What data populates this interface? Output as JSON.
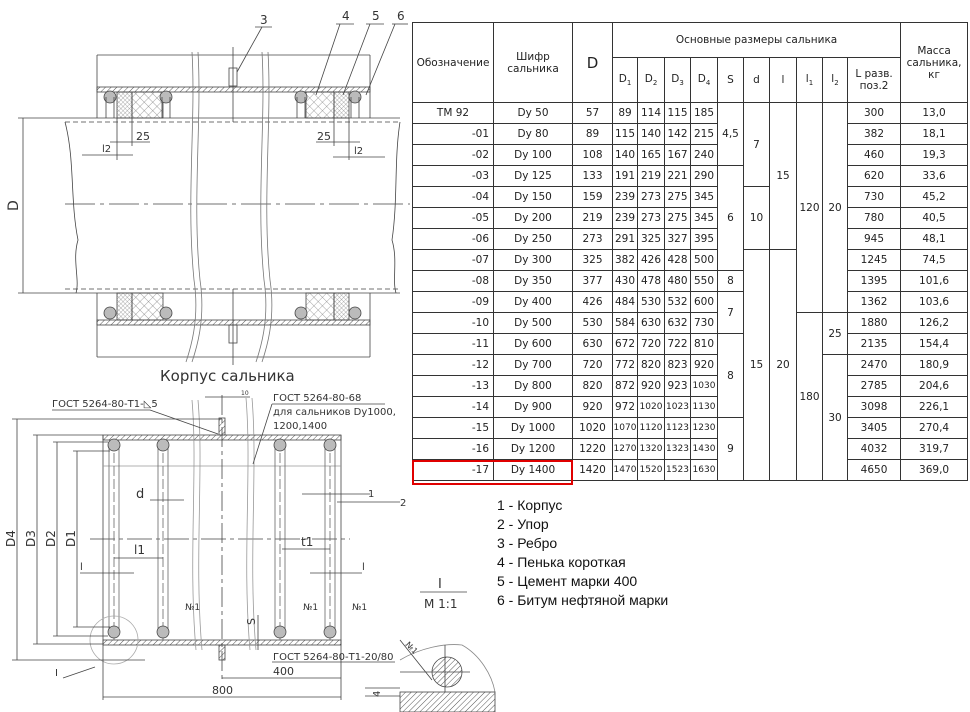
{
  "top_view": {
    "caption": "Корпус сальника",
    "callouts": [
      "3",
      "4",
      "5",
      "6"
    ],
    "dim_25": "25",
    "dim_l2": "l2",
    "dim_D": "D"
  },
  "bottom_view": {
    "weld_left": "ГОСТ 5264-80-Т1-◺5",
    "weld_top_1": "ГОСТ 5264-80-68",
    "weld_top_2": "для сальников Dy1000,",
    "weld_top_3": "1200,1400",
    "weld_bottom": "ГОСТ 5264-80-Т1-20/80",
    "dim_10": "10",
    "dim_D4": "D4",
    "dim_D3": "D3",
    "dim_D2": "D2",
    "dim_D1": "D1",
    "dim_d": "d",
    "dim_l1": "l1",
    "dim_l": "l",
    "dim_t1": "t1",
    "dim_S": "S",
    "dim_400": "400",
    "dim_800": "800",
    "callout_1": "1",
    "callout_2": "2",
    "weld_no": "№1",
    "detail_mark": "I"
  },
  "detail": {
    "title": "I",
    "scale": "М 1:1",
    "weld_no": "№1",
    "dim_4": "4"
  },
  "table": {
    "header": {
      "designation": "Обозначение",
      "code_1": "Шифр",
      "code_2": "сальника",
      "D": "D",
      "group": "Основные размеры сальника",
      "D1": "D",
      "D2": "D",
      "D3": "D",
      "D4": "D",
      "D1_sub": "1",
      "D2_sub": "2",
      "D3_sub": "3",
      "D4_sub": "4",
      "S": "S",
      "d": "d",
      "l": "l",
      "l1": "l",
      "l1_sub": "1",
      "l2": "l",
      "l2_sub": "2",
      "L_1": "L разв.",
      "L_2": "поз.2",
      "mass_1": "Масса",
      "mass_2": "сальника,",
      "mass_3": "кг"
    },
    "rows": [
      {
        "des": "ТМ 92",
        "code": "Dy 50",
        "D": "57",
        "D1": "89",
        "D2": "114",
        "D3": "115",
        "D4": "185",
        "L": "300",
        "mass": "13,0"
      },
      {
        "des": "-01",
        "code": "Dy 80",
        "D": "89",
        "D1": "115",
        "D2": "140",
        "D3": "142",
        "D4": "215",
        "L": "382",
        "mass": "18,1"
      },
      {
        "des": "-02",
        "code": "Dy 100",
        "D": "108",
        "D1": "140",
        "D2": "165",
        "D3": "167",
        "D4": "240",
        "L": "460",
        "mass": "19,3"
      },
      {
        "des": "-03",
        "code": "Dy 125",
        "D": "133",
        "D1": "191",
        "D2": "219",
        "D3": "221",
        "D4": "290",
        "L": "620",
        "mass": "33,6"
      },
      {
        "des": "-04",
        "code": "Dy 150",
        "D": "159",
        "D1": "239",
        "D2": "273",
        "D3": "275",
        "D4": "345",
        "L": "730",
        "mass": "45,2"
      },
      {
        "des": "-05",
        "code": "Dy 200",
        "D": "219",
        "D1": "239",
        "D2": "273",
        "D3": "275",
        "D4": "345",
        "L": "780",
        "mass": "40,5"
      },
      {
        "des": "-06",
        "code": "Dy 250",
        "D": "273",
        "D1": "291",
        "D2": "325",
        "D3": "327",
        "D4": "395",
        "L": "945",
        "mass": "48,1"
      },
      {
        "des": "-07",
        "code": "Dy 300",
        "D": "325",
        "D1": "382",
        "D2": "426",
        "D3": "428",
        "D4": "500",
        "L": "1245",
        "mass": "74,5"
      },
      {
        "des": "-08",
        "code": "Dy 350",
        "D": "377",
        "D1": "430",
        "D2": "478",
        "D3": "480",
        "D4": "550",
        "L": "1395",
        "mass": "101,6"
      },
      {
        "des": "-09",
        "code": "Dy 400",
        "D": "426",
        "D1": "484",
        "D2": "530",
        "D3": "532",
        "D4": "600",
        "L": "1362",
        "mass": "103,6"
      },
      {
        "des": "-10",
        "code": "Dy 500",
        "D": "530",
        "D1": "584",
        "D2": "630",
        "D3": "632",
        "D4": "730",
        "L": "1880",
        "mass": "126,2"
      },
      {
        "des": "-11",
        "code": "Dy 600",
        "D": "630",
        "D1": "672",
        "D2": "720",
        "D3": "722",
        "D4": "810",
        "L": "2135",
        "mass": "154,4"
      },
      {
        "des": "-12",
        "code": "Dy 700",
        "D": "720",
        "D1": "772",
        "D2": "820",
        "D3": "823",
        "D4": "920",
        "L": "2470",
        "mass": "180,9"
      },
      {
        "des": "-13",
        "code": "Dy 800",
        "D": "820",
        "D1": "872",
        "D2": "920",
        "D3": "923",
        "D4": "1030",
        "L": "2785",
        "mass": "204,6"
      },
      {
        "des": "-14",
        "code": "Dy 900",
        "D": "920",
        "D1": "972",
        "D2": "1020",
        "D3": "1023",
        "D4": "1130",
        "L": "3098",
        "mass": "226,1"
      },
      {
        "des": "-15",
        "code": "Dy 1000",
        "D": "1020",
        "D1": "1070",
        "D2": "1120",
        "D3": "1123",
        "D4": "1230",
        "L": "3405",
        "mass": "270,4"
      },
      {
        "des": "-16",
        "code": "Dy 1200",
        "D": "1220",
        "D1": "1270",
        "D2": "1320",
        "D3": "1323",
        "D4": "1430",
        "L": "4032",
        "mass": "319,7"
      },
      {
        "des": "-17",
        "code": "Dy 1400",
        "D": "1420",
        "D1": "1470",
        "D2": "1520",
        "D3": "1523",
        "D4": "1630",
        "L": "4650",
        "mass": "369,0"
      }
    ],
    "merged": {
      "S": [
        {
          "value": "4,5",
          "rows": 3
        },
        {
          "value": "6",
          "rows": 5
        },
        {
          "value": "8",
          "rows": 1
        },
        {
          "value": "7",
          "rows": 2
        },
        {
          "value": "8",
          "rows": 4
        },
        {
          "value": "9",
          "rows": 3
        }
      ],
      "d": [
        {
          "value": "7",
          "rows": 4
        },
        {
          "value": "10",
          "rows": 3
        },
        {
          "value": "15",
          "rows": 11
        }
      ],
      "l": [
        {
          "value": "15",
          "rows": 7
        },
        {
          "value": "20",
          "rows": 11
        }
      ],
      "l1": [
        {
          "value": "120",
          "rows": 10
        },
        {
          "value": "180",
          "rows": 8
        }
      ],
      "l2": [
        {
          "value": "20",
          "rows": 10
        },
        {
          "value": "25",
          "rows": 2
        },
        {
          "value": "30",
          "rows": 6
        }
      ]
    },
    "highlighted_row": "-17",
    "highlight_color": "#e00000"
  },
  "legend": [
    "1 - Корпус",
    "2 - Упор",
    "3 - Ребро",
    "4 - Пенька короткая",
    "5 - Цемент марки 400",
    "6 - Битум нефтяной марки"
  ]
}
